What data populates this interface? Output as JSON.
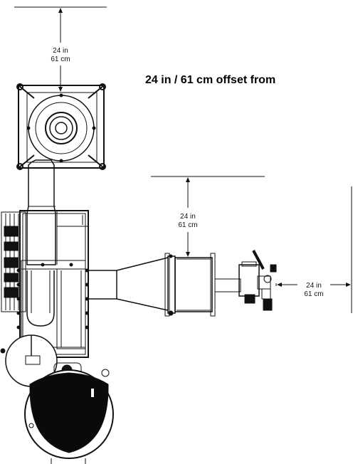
{
  "heading": "24 in / 61 cm offset from",
  "dimensions": {
    "top": {
      "line1": "24 in",
      "line2": "61 cm"
    },
    "middle": {
      "line1": "24 in",
      "line2": "61 cm"
    },
    "right": {
      "line1": "24 in",
      "line2": "61 cm"
    }
  },
  "colors": {
    "ink": "#111111",
    "fill_dark": "#0a0a0a",
    "background": "#ffffff"
  }
}
